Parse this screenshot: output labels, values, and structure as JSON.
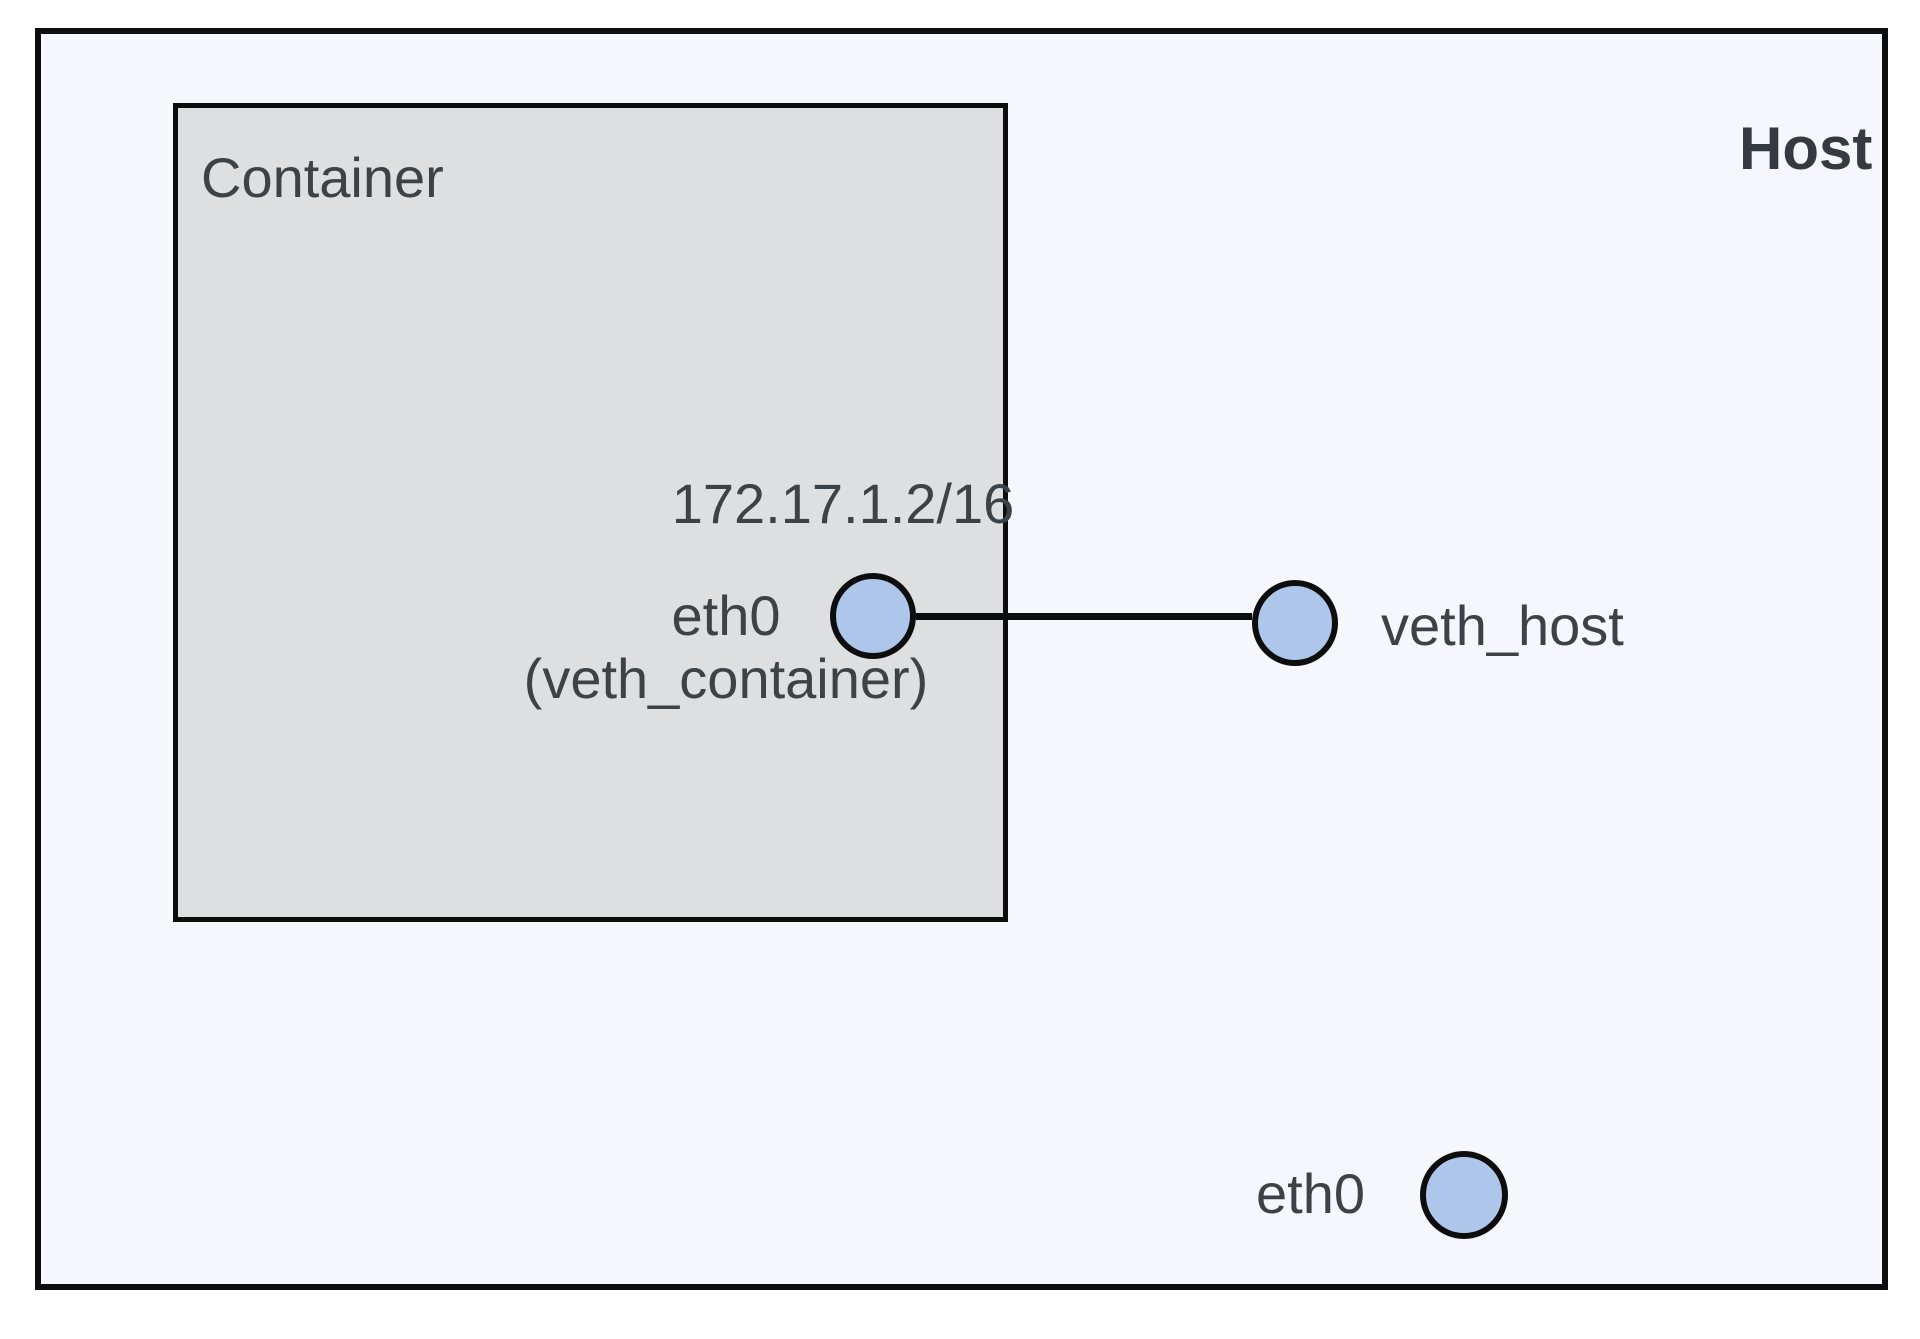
{
  "diagram": {
    "host_label": "Host",
    "container_label": "Container",
    "nodes": {
      "veth_container": {
        "ip": "172.17.1.2/16",
        "name_line1": "eth0",
        "name_line2": "(veth_container)"
      },
      "veth_host": {
        "label": "veth_host"
      },
      "host_eth0": {
        "label": "eth0"
      }
    }
  },
  "colors": {
    "stroke": "#0d0d0d",
    "text": "#3d4247",
    "text_strong": "#343a40",
    "host_fill": "#f5f7fc",
    "container_fill": "#dedfe0",
    "node_fill": "#adc6ea"
  }
}
